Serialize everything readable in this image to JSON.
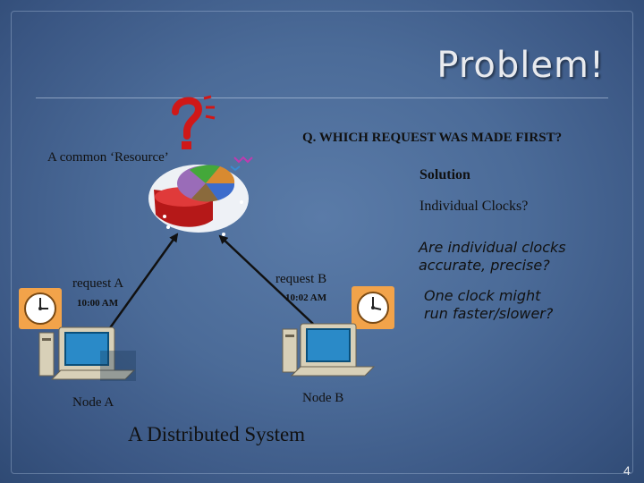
{
  "slide": {
    "title": "Problem!",
    "page_number": "4"
  },
  "question": "Q. WHICH REQUEST WAS MADE FIRST?",
  "resource_label": "A common ‘Resource’",
  "right_panel": {
    "solution": "Solution",
    "individual_clocks": "Individual Clocks?",
    "accurate_question": "Are individual clocks accurate, precise?",
    "faster_slower": "One clock might run faster/slower?"
  },
  "node_a": {
    "request_label": "request A",
    "time": "10:00 AM",
    "node_label": "Node A"
  },
  "node_b": {
    "request_label": "request B",
    "time": "10:02 AM",
    "node_label": "Node B"
  },
  "caption": "A Distributed System",
  "colors": {
    "background": "#4b6b98",
    "title_text": "#e8eaee",
    "question_mark": "#d01818",
    "arrow": "#111111",
    "clock_frame": "#f2a34a"
  },
  "icons": [
    "question-mark-icon",
    "pie-chart-resource-icon",
    "clock-icon",
    "computer-icon"
  ]
}
